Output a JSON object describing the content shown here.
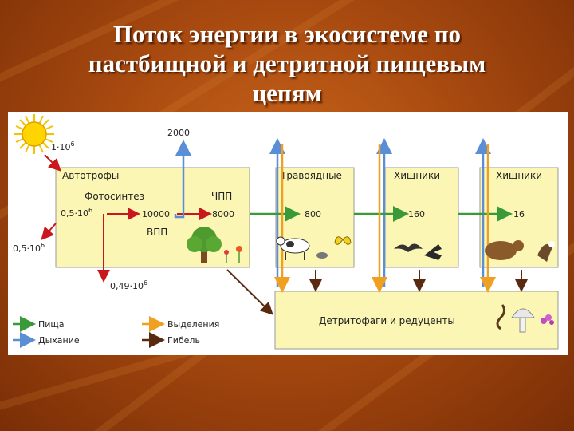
{
  "title": {
    "line1": "Поток энергии в экосистеме по",
    "line2": "пастбищной и детритной пищевым",
    "line3": "цепям"
  },
  "boxes": {
    "autotrophs": "Автотрофы",
    "photosynthesis": "Фотосинтез",
    "npp": "ЧПП",
    "gpp": "ВПП",
    "herbivores": "Травоядные",
    "predators1": "Хищники",
    "predators2": "Хищники",
    "detritus": "Детритофаги и редуценты"
  },
  "values": {
    "sun_input": "1·10",
    "sun_input_exp": "6",
    "reflected": "0,5·10",
    "reflected_exp": "6",
    "absorbed": "0,5·10",
    "absorbed_exp": "6",
    "not_used": "0,49·10",
    "not_used_exp": "6",
    "gpp_value": "10000",
    "npp_value": "8000",
    "respiration_top": "2000",
    "herbivores_value": "800",
    "predators1_value": "160",
    "predators2_value": "16"
  },
  "legend": {
    "food": "Пища",
    "respiration": "Дыхание",
    "excretion": "Выделения",
    "death": "Гибель"
  },
  "colors": {
    "food": "#3a9a3a",
    "respiration": "#5a8ed6",
    "excretion": "#f0a020",
    "death": "#5a2a10",
    "input": "#c8181e",
    "box_fill": "#fbf6b4"
  }
}
